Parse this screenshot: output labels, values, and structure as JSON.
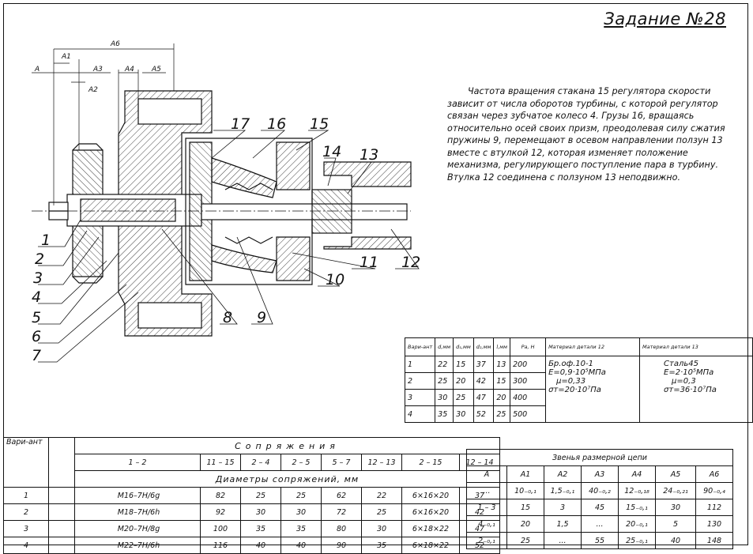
{
  "header": {
    "title": "Задание №28"
  },
  "description": "Частота вращения стакана 15 регулятора скорости зависит от числа оборотов турбины, с которой регулятор связан через зубчатое колесо 4. Грузы 16, вращаясь относительно осей своих призм, преодолевая силу сжатия пружины 9, перемещают в осевом направлении ползун 13 вместе с втулкой 12, которая изменяет положение механизма, регулирующего поступление пара в турбину. Втулка 12 соединена с ползуном 13 неподвижно.",
  "drawing": {
    "dimension_labels": [
      "A",
      "A1",
      "A2",
      "A3",
      "A4",
      "A5",
      "A6"
    ],
    "part_numbers": [
      "1",
      "2",
      "3",
      "4",
      "5",
      "6",
      "7",
      "8",
      "9",
      "10",
      "11",
      "12",
      "13",
      "14",
      "15",
      "16",
      "17"
    ]
  },
  "properties_table": {
    "headers": [
      "Вари-ант",
      "d,мм",
      "d₁,мм",
      "d₂,мм",
      "l,мм",
      "Pa, Н",
      "Материал детали 12",
      "Материал детали 13"
    ],
    "rows": [
      [
        "1",
        "22",
        "15",
        "37",
        "13",
        "200"
      ],
      [
        "2",
        "25",
        "20",
        "42",
        "15",
        "300"
      ],
      [
        "3",
        "30",
        "25",
        "47",
        "20",
        "400"
      ],
      [
        "4",
        "35",
        "30",
        "52",
        "25",
        "500"
      ]
    ],
    "material_12": [
      "Бр.оф.10-1",
      "E=0,9·10⁵МПа",
      "μ=0,33",
      "σт=20·10⁷Па"
    ],
    "material_13": [
      "Сталь45",
      "E=2·10⁵МПа",
      "μ=0,3",
      "σт=36·10⁷Па"
    ]
  },
  "mates_table": {
    "variant_label": "Вари-ант",
    "group_title": "Сопряжения",
    "subtitle": "Диаметры сопряжений, мм",
    "columns": [
      "1 – 2",
      "11 – 15",
      "2 – 4",
      "2 – 5",
      "5 – 7",
      "12 – 13",
      "2 – 15",
      "12 – 14"
    ],
    "rows": [
      [
        "1",
        "M16–7H/6g",
        "82",
        "25",
        "25",
        "62",
        "22",
        "6×16×20",
        "37"
      ],
      [
        "2",
        "M18–7H/6h",
        "92",
        "30",
        "30",
        "72",
        "25",
        "6×16×20",
        "42"
      ],
      [
        "3",
        "M20–7H/8g",
        "100",
        "35",
        "35",
        "80",
        "30",
        "6×18×22",
        "47"
      ],
      [
        "4",
        "M22–7H/6h",
        "116",
        "40",
        "40",
        "90",
        "35",
        "6×18×22",
        "52"
      ]
    ]
  },
  "chain_table": {
    "title": "Звенья размерной цепи",
    "columns": [
      "A",
      "A1",
      "A2",
      "A3",
      "A4",
      "A5",
      "A6"
    ],
    "rows": [
      [
        "...",
        "10₋₀,₁",
        "1,5₋₀,₁",
        "40₋₀,₂",
        "12₋₀,₁₈",
        "24₋₀,₂₁",
        "90₋₀,₄"
      ],
      [
        "1 – 3",
        "15",
        "3",
        "45",
        "15₋₀,₁",
        "30",
        "112"
      ],
      [
        "4₋₀,₁",
        "20",
        "1,5",
        "...",
        "20₋₀,₁",
        "5",
        "130"
      ],
      [
        "2₋₀,₁",
        "25",
        "...",
        "55",
        "25₋₀,₁",
        "40",
        "148"
      ]
    ]
  }
}
